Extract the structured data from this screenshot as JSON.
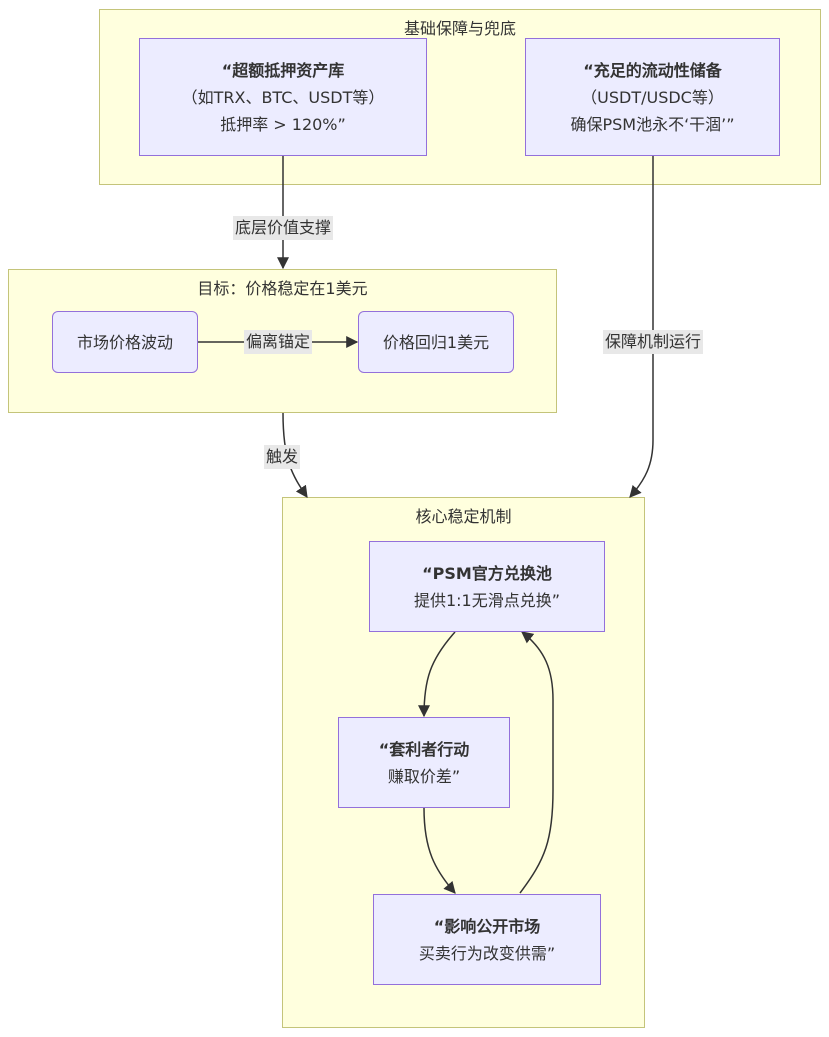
{
  "clusters": {
    "foundation": {
      "title": "基础保障与兜底"
    },
    "target": {
      "title": "目标：价格稳定在1美元"
    },
    "core": {
      "title": "核心稳定机制"
    }
  },
  "nodes": {
    "collateral": {
      "line1": "“超额抵押资产库",
      "line2": "（如TRX、BTC、USDT等）",
      "line3": "抵押率 > 120%”"
    },
    "liquidity": {
      "line1": "“充足的流动性储备",
      "line2": "（USDT/USDC等）",
      "line3": "确保PSM池永不‘干涸’”"
    },
    "market_fluctuation": {
      "label": "市场价格波动"
    },
    "price_return": {
      "label": "价格回归1美元"
    },
    "psm_pool": {
      "line1": "“PSM官方兑换池",
      "line2": "提供1:1无滑点兑换”"
    },
    "arbitrageur": {
      "line1": "“套利者行动",
      "line2": "赚取价差”"
    },
    "public_market": {
      "line1": "“影响公开市场",
      "line2": "买卖行为改变供需”"
    }
  },
  "edges": {
    "value_support": "底层价值支撑",
    "deviation_anchor": "偏离锚定",
    "trigger": "触发",
    "guarantee_operation": "保障机制运行"
  },
  "colors": {
    "cluster_fill": "#ffffde",
    "cluster_border": "#c4c47a",
    "node_fill": "#ececff",
    "node_border": "#9370db",
    "edge": "#333333",
    "edge_label_bg": "#e8e8e8"
  }
}
